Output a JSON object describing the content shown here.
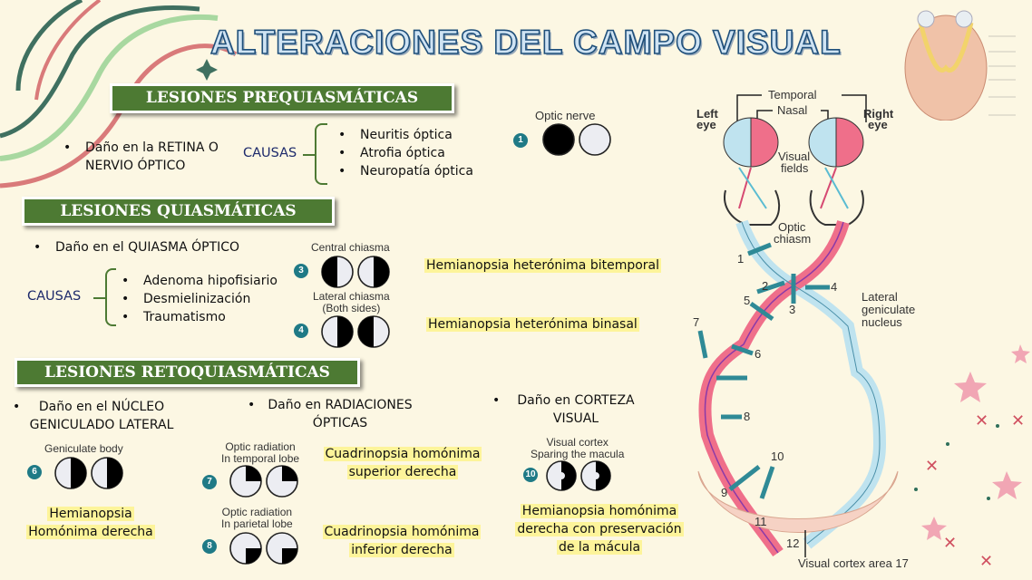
{
  "title": "ALTERACIONES DEL CAMPO VISUAL",
  "pre": {
    "header": "LESIONES PREQUIASMÁTICAS",
    "bullet": "Daño en la RETINA O NERVIO ÓPTICO",
    "causas": "CAUSAS",
    "items": [
      "Neuritis óptica",
      "Atrofia óptica",
      "Neuropatía óptica"
    ],
    "figure": {
      "label": "Optic nerve",
      "badge": "1",
      "fields": [
        "full",
        "empty"
      ]
    }
  },
  "quias": {
    "header": "LESIONES QUIASMÁTICAS",
    "bullet": "Daño en el QUIASMA ÓPTICO",
    "causas": "CAUSAS",
    "items": [
      "Adenoma hipofisiario",
      "Desmielinización",
      "Traumatismo"
    ],
    "central": {
      "label": "Central chiasma",
      "badge": "3",
      "fields": [
        "left-half",
        "right-half"
      ],
      "result": "Hemianopsia heterónima bitemporal"
    },
    "lateral": {
      "label1": "Lateral chiasma",
      "label2": "(Both sides)",
      "badge": "4",
      "fields": [
        "right-half",
        "left-half"
      ],
      "result": "Hemianopsia heterónima binasal"
    }
  },
  "retro": {
    "header": "LESIONES  RETOQUIASMÁTICAS",
    "col1": {
      "bullet1": "Daño en el NÚCLEO",
      "bullet2": "GENICULADO LATERAL",
      "label": "Geniculate body",
      "badge": "6",
      "fields": [
        "right-half",
        "right-half"
      ],
      "result1": "Hemianopsia",
      "result2": "Homónima derecha"
    },
    "col2": {
      "bullet1": "Daño en RADIACIONES",
      "bullet2": "ÓPTICAS",
      "temporal": {
        "label1": "Optic radiation",
        "label2": "In temporal lobe",
        "badge": "7",
        "fields": [
          "upper-right",
          "upper-right"
        ],
        "result1": "Cuadrinopsia homónima",
        "result2": "superior derecha"
      },
      "parietal": {
        "label1": "Optic radiation",
        "label2": "In parietal lobe",
        "badge": "8",
        "fields": [
          "lower-right",
          "lower-right"
        ],
        "result1": "Cuadrinopsia homónima",
        "result2": "inferior derecha"
      }
    },
    "col3": {
      "bullet1": "Daño en CORTEZA",
      "bullet2": "VISUAL",
      "label1": "Visual cortex",
      "label2": "Sparing the macula",
      "badge": "10",
      "fields": [
        "right-sparing",
        "right-sparing"
      ],
      "result1": "Hemianopsia homónima",
      "result2": "derecha con preservación",
      "result3": "de la mácula"
    }
  },
  "diagram": {
    "temporal": "Temporal",
    "nasal": "Nasal",
    "left_eye1": "Left",
    "left_eye2": "eye",
    "right_eye1": "Right",
    "right_eye2": "eye",
    "visual1": "Visual",
    "visual2": "fields",
    "optic1": "Optic",
    "optic2": "chiasm",
    "lgn1": "Lateral",
    "lgn2": "geniculate",
    "lgn3": "nucleus",
    "cortex": "Visual cortex area 17",
    "numbers": [
      "1",
      "2",
      "3",
      "4",
      "5",
      "6",
      "7",
      "8",
      "9",
      "10",
      "11",
      "12"
    ]
  },
  "colors": {
    "green": "#4d7a33",
    "navy": "#1d2a6b",
    "highlight": "#fdf49a",
    "nasal_pink": "#ef6f8a",
    "temporal_blue": "#bfe3ef",
    "badge": "#1f7a86"
  }
}
